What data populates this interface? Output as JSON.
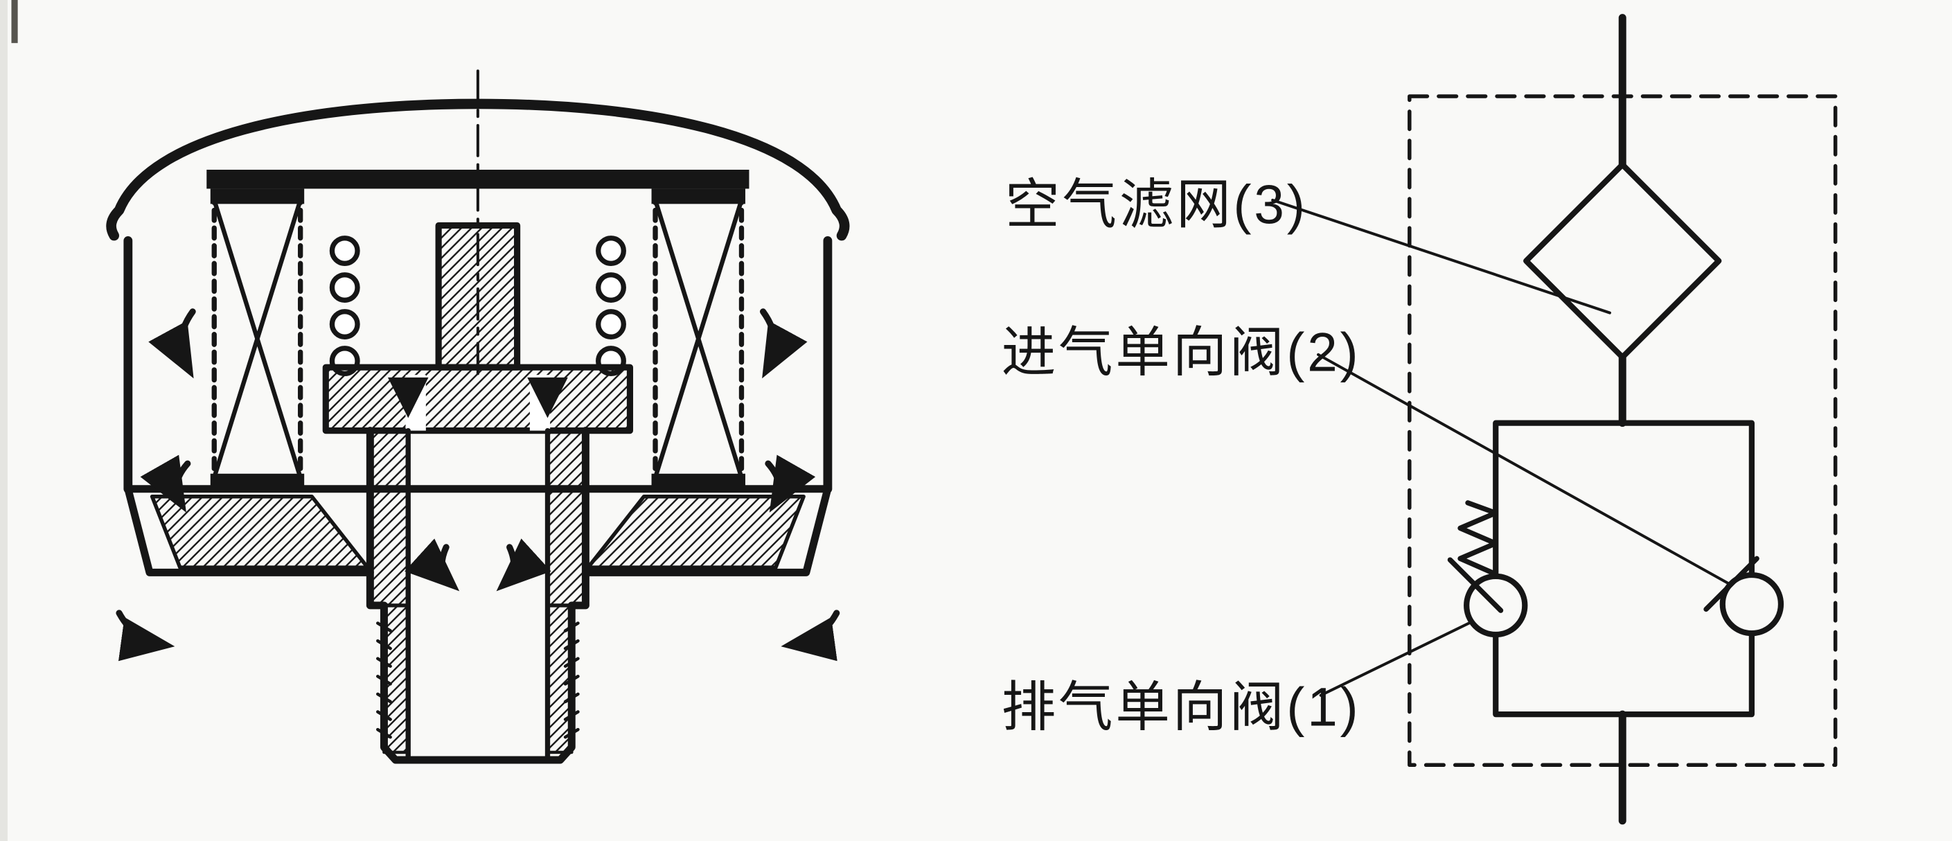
{
  "colors": {
    "background": "#f9f9f7",
    "ink": "#161616"
  },
  "diagram": {
    "labels": {
      "air_filter": "空气滤网(3)",
      "intake_check_valve": "进气单向阀(2)",
      "exhaust_check_valve": "排气单向阀(1)"
    }
  }
}
